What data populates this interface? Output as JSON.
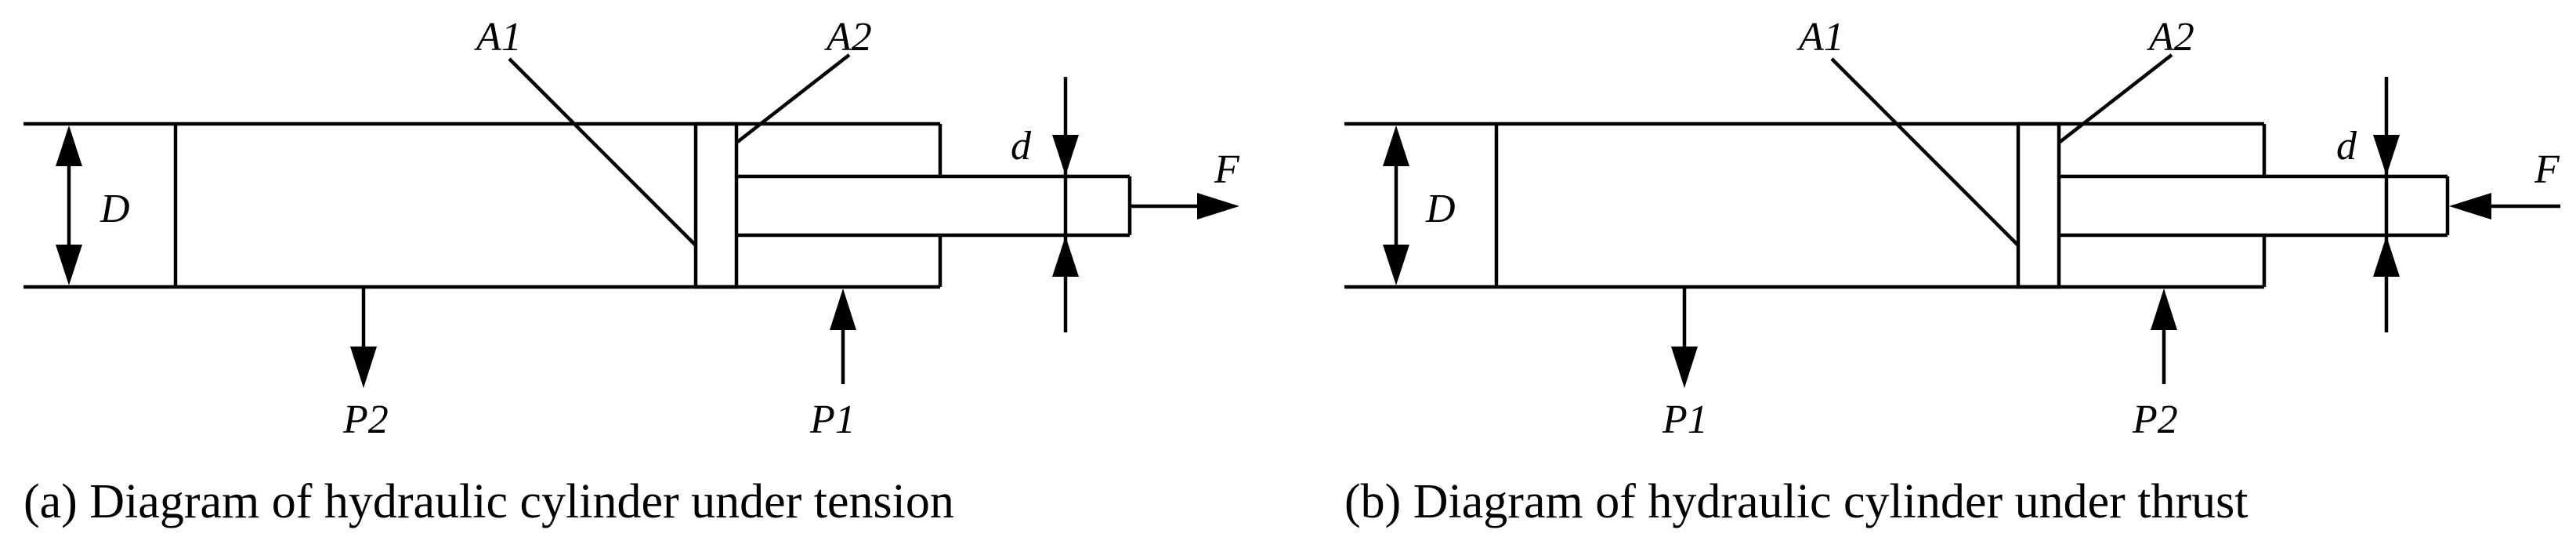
{
  "panels": [
    {
      "id": "a",
      "caption": "(a) Diagram of hydraulic cylinder under tension",
      "labels": {
        "A1": "A1",
        "A2": "A2",
        "D": "D",
        "d": "d",
        "F": "F",
        "port_left": "P2",
        "port_right": "P1"
      },
      "force_direction": "outward",
      "port_left_flow": "out",
      "port_right_flow": "in"
    },
    {
      "id": "b",
      "caption": "(b) Diagram of hydraulic cylinder under thrust",
      "labels": {
        "A1": "A1",
        "A2": "A2",
        "D": "D",
        "d": "d",
        "F": "F",
        "port_left": "P1",
        "port_right": "P2"
      },
      "force_direction": "inward",
      "port_left_flow": "out",
      "port_right_flow": "in"
    }
  ]
}
